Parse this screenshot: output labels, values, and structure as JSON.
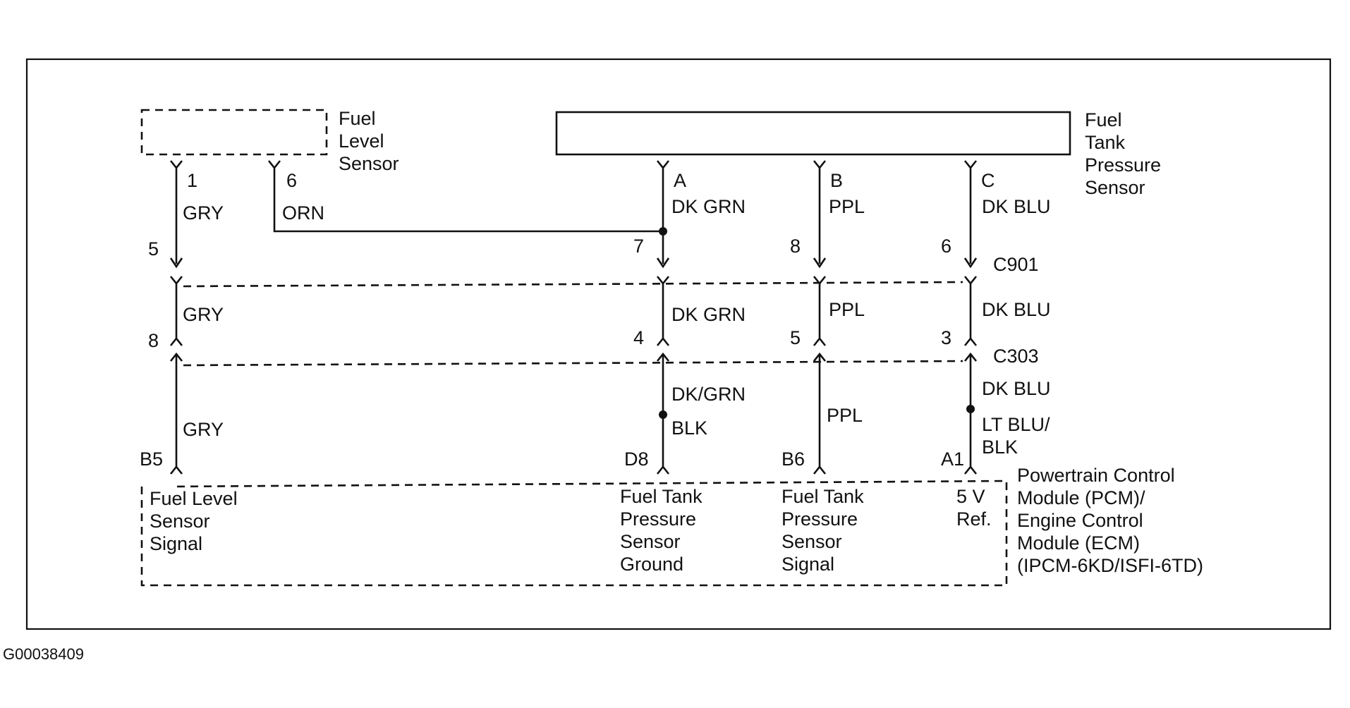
{
  "caption": "G00038409",
  "components": {
    "fuel_level_sensor": [
      "Fuel",
      "Level",
      "Sensor"
    ],
    "fuel_tank_pressure_sensor": [
      "Fuel",
      "Tank",
      "Pressure",
      "Sensor"
    ],
    "pcm": [
      "Powertrain Control",
      "Module (PCM)/",
      "Engine Control",
      "Module (ECM)",
      "(IPCM-6KD/ISFI-6TD)"
    ]
  },
  "connectors": {
    "c901": "C901",
    "c303": "C303"
  },
  "circuits": {
    "gry": {
      "sensor_pin": "1",
      "c901_pin": "5",
      "c303_pin": "8",
      "pcm_pin": "B5",
      "wire_top": "GRY",
      "wire_mid": "GRY",
      "wire_bottom": "GRY",
      "pcm_label": [
        "Fuel Level",
        "Sensor",
        "Signal"
      ]
    },
    "orn": {
      "sensor_pin": "6",
      "wire": "ORN"
    },
    "dkgrn": {
      "sensor_pin": "A",
      "c901_pin": "7",
      "c303_pin": "4",
      "pcm_pin": "D8",
      "wire_top": "DK GRN",
      "wire_mid": "DK GRN",
      "wire_bottom_1": "DK/GRN",
      "wire_bottom_2": "BLK",
      "pcm_label": [
        "Fuel Tank",
        "Pressure",
        "Sensor",
        "Ground"
      ]
    },
    "ppl": {
      "sensor_pin": "B",
      "c901_pin": "8",
      "c303_pin": "5",
      "pcm_pin": "B6",
      "wire_top": "PPL",
      "wire_mid": "PPL",
      "wire_bottom": "PPL",
      "pcm_label": [
        "Fuel Tank",
        "Pressure",
        "Sensor",
        "Signal"
      ]
    },
    "dkblu": {
      "sensor_pin": "C",
      "c901_pin": "6",
      "c303_pin": "3",
      "pcm_pin": "A1",
      "wire_top": "DK BLU",
      "wire_mid": "DK BLU",
      "wire_bottom_1": "DK BLU",
      "wire_bottom_2": "LT BLU/",
      "wire_bottom_3": "BLK",
      "pcm_label": [
        "5 V",
        "Ref."
      ]
    }
  }
}
